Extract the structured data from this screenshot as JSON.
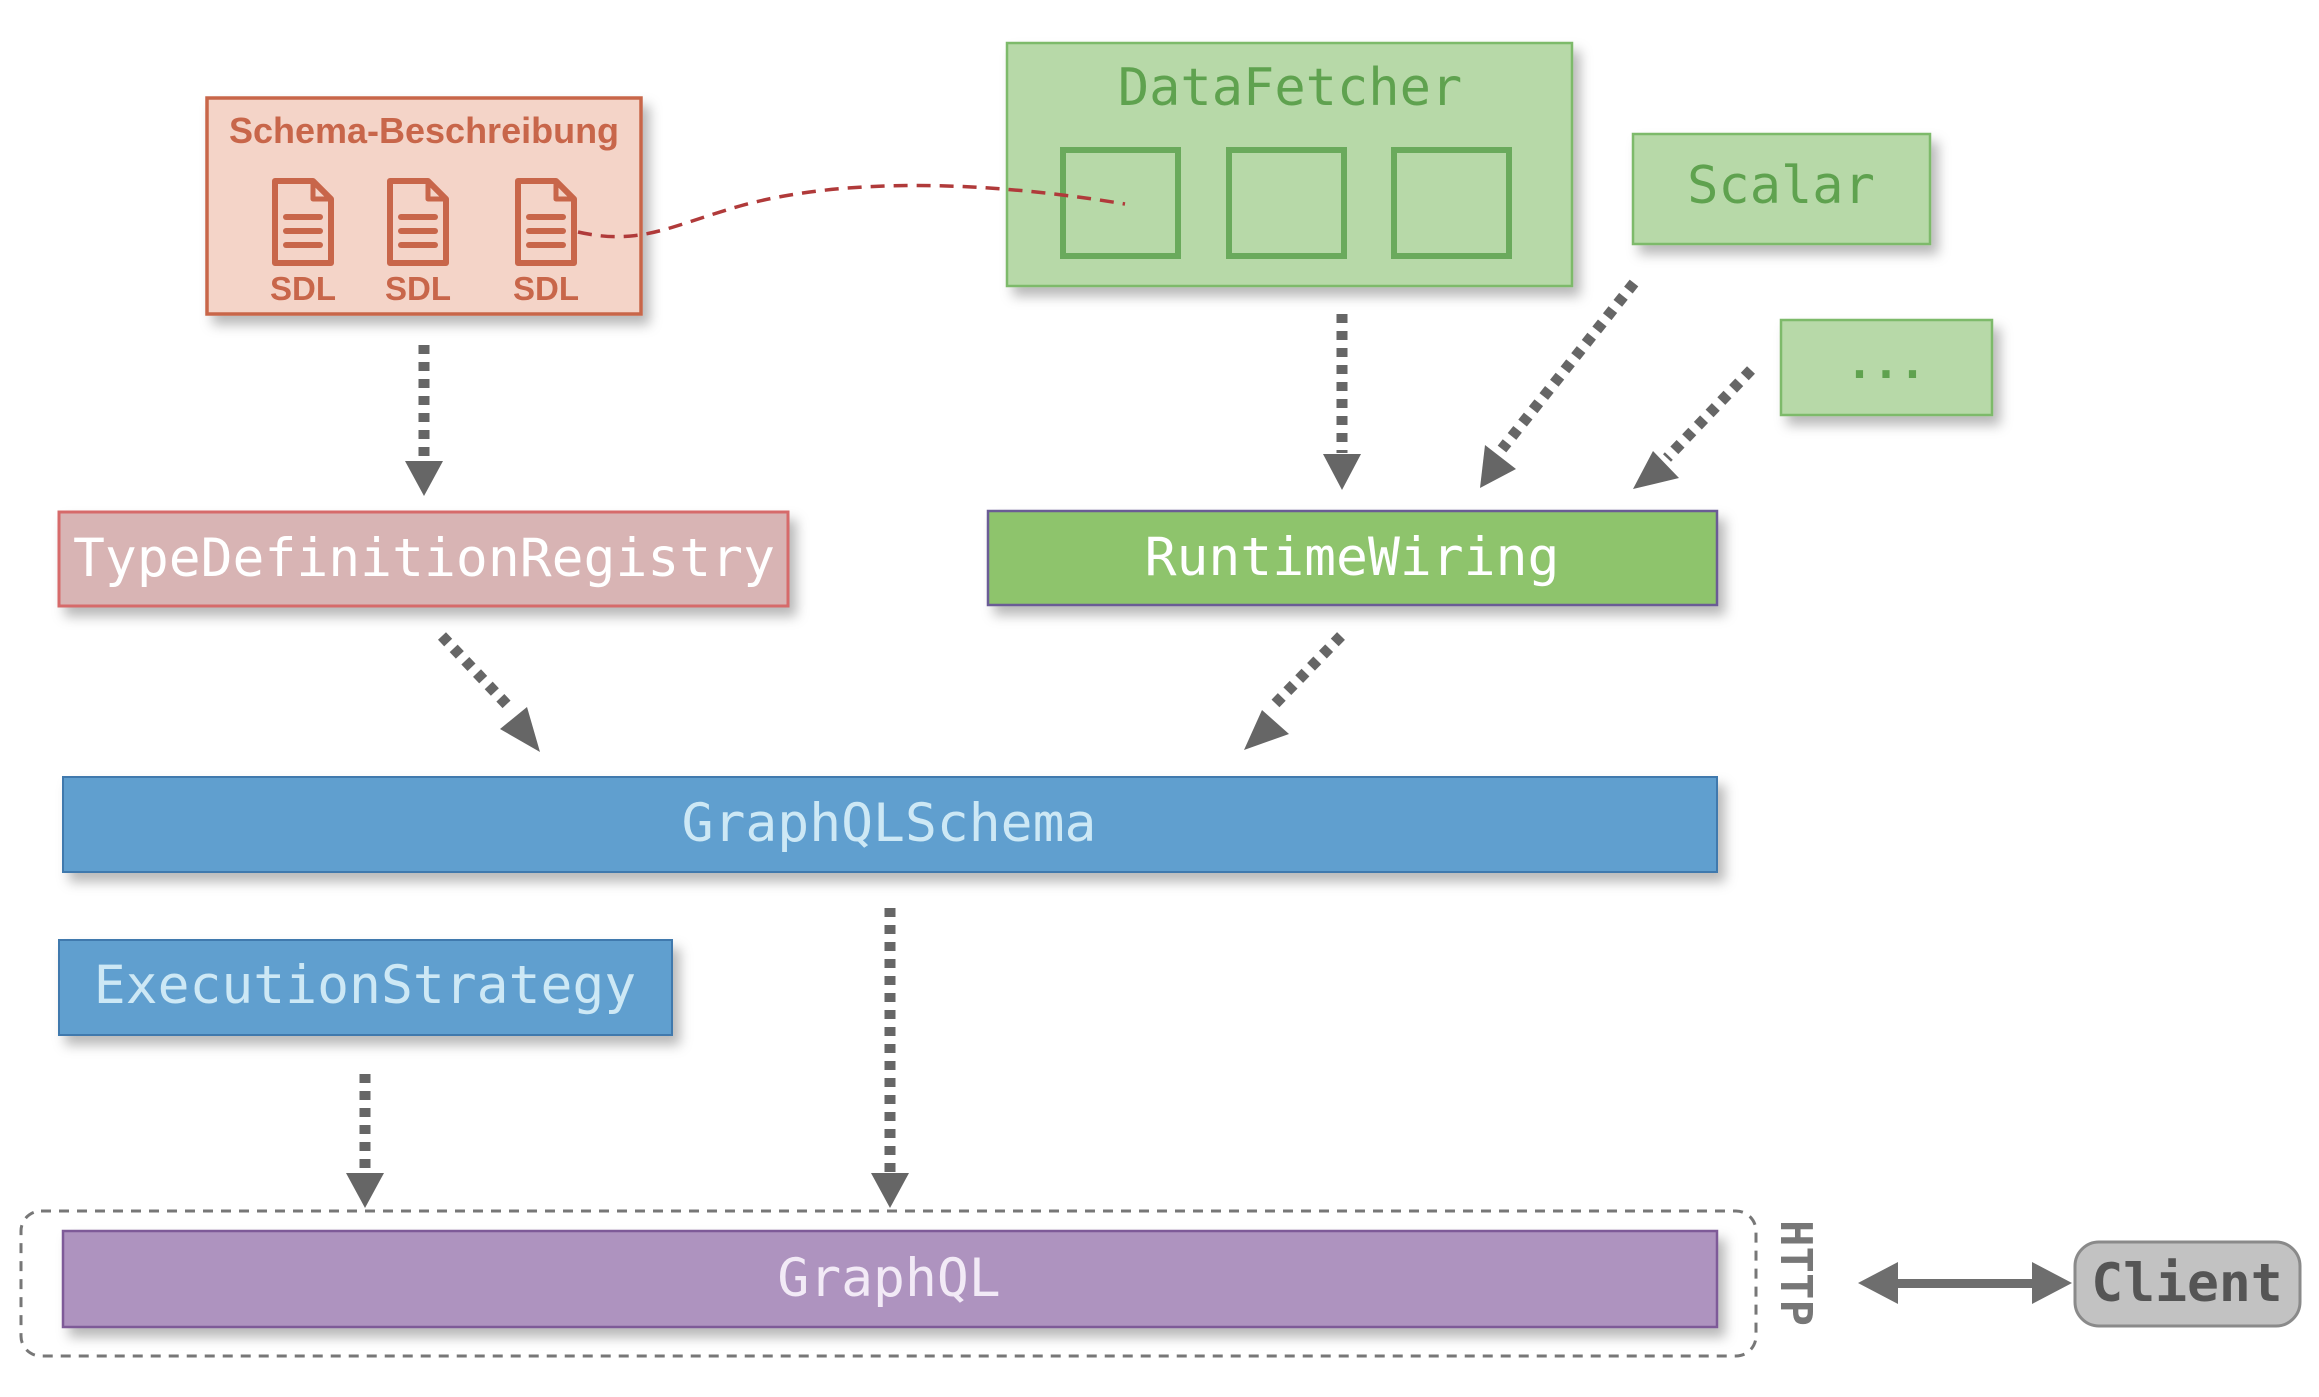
{
  "schema_beschreibung": {
    "title": "Schema-Beschreibung",
    "files": [
      {
        "label": "SDL"
      },
      {
        "label": "SDL"
      },
      {
        "label": "SDL"
      }
    ]
  },
  "datafetcher": {
    "title": "DataFetcher"
  },
  "scalar": {
    "label": "Scalar"
  },
  "more": {
    "label": "..."
  },
  "type_definition_registry": {
    "label": "TypeDefinitionRegistry"
  },
  "runtime_wiring": {
    "label": "RuntimeWiring"
  },
  "graphql_schema": {
    "label": "GraphQLSchema"
  },
  "execution_strategy": {
    "label": "ExecutionStrategy"
  },
  "graphql": {
    "label": "GraphQL"
  },
  "http": {
    "label": "HTTP"
  },
  "client": {
    "label": "Client"
  },
  "colors": {
    "schema_border": "#c8664a",
    "schema_fill": "#f4d4c8",
    "green_fill": "#b7d9a8",
    "green_border": "#6aaa5c",
    "green_text": "#5fa24f",
    "registry_fill": "#d8b4b4",
    "registry_border": "#d66a6a",
    "runtime_fill": "#8ec46c",
    "runtime_border": "#6b5b95",
    "blue_fill": "#619fcf",
    "blue_text": "#cde8f5",
    "purple_fill": "#ae93bf",
    "purple_border": "#7e5a98",
    "arrow_gray": "#666666",
    "client_fill": "#c2c2c2",
    "link_red": "#b03a3a"
  }
}
